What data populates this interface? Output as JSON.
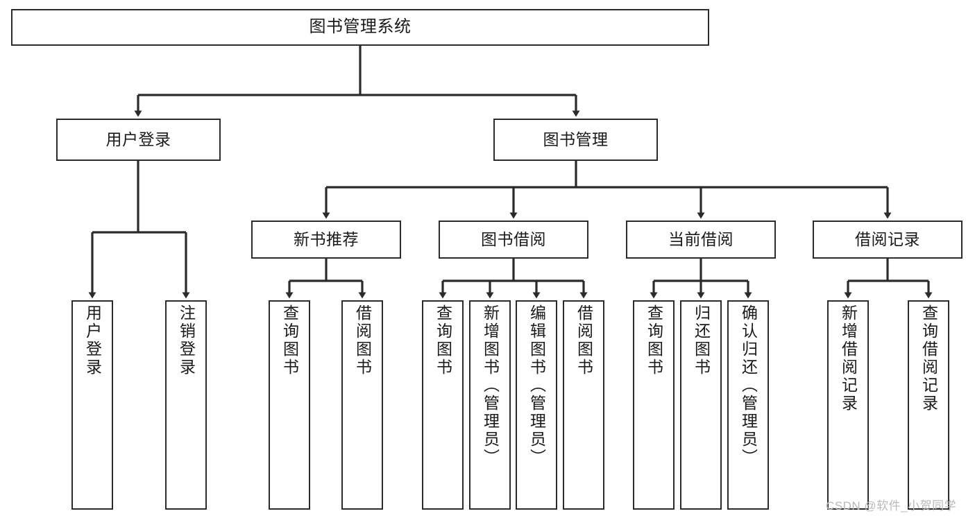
{
  "diagram": {
    "title": "图书管理系统",
    "type": "tree-hierarchy-chart",
    "root": {
      "id": "root",
      "label": "图书管理系统"
    },
    "level2": [
      {
        "id": "user-login",
        "label": "用户登录"
      },
      {
        "id": "book-manage",
        "label": "图书管理"
      }
    ],
    "level3": [
      {
        "id": "new-book-rec",
        "label": "新书推荐"
      },
      {
        "id": "book-borrow",
        "label": "图书借阅"
      },
      {
        "id": "current-borrow",
        "label": "当前借阅"
      },
      {
        "id": "borrow-record",
        "label": "借阅记录"
      }
    ],
    "leaves": {
      "user_login": [
        {
          "id": "leaf-user-login",
          "label": "用户登录"
        },
        {
          "id": "leaf-logout",
          "label": "注销登录"
        }
      ],
      "new_book_rec": [
        {
          "id": "leaf-query-book-1",
          "label": "查询图书"
        },
        {
          "id": "leaf-borrow-book-1",
          "label": "借阅图书"
        }
      ],
      "book_borrow": [
        {
          "id": "leaf-query-book-2",
          "label": "查询图书"
        },
        {
          "id": "leaf-add-book",
          "label": "新增图书（管理员）"
        },
        {
          "id": "leaf-edit-book",
          "label": "编辑图书（管理员）"
        },
        {
          "id": "leaf-borrow-book-2",
          "label": "借阅图书"
        }
      ],
      "current_borrow": [
        {
          "id": "leaf-query-book-3",
          "label": "查询图书"
        },
        {
          "id": "leaf-return-book",
          "label": "归还图书"
        },
        {
          "id": "leaf-confirm-return",
          "label": "确认归还（管理员）"
        }
      ],
      "borrow_record": [
        {
          "id": "leaf-add-record",
          "label": "新增借阅记录"
        },
        {
          "id": "leaf-query-record",
          "label": "查询借阅记录"
        }
      ]
    },
    "colors": {
      "stroke": "#2b2b2b",
      "background": "#ffffff",
      "text": "#1a1a1a",
      "watermark": "#b9b9b9"
    }
  },
  "watermark": {
    "text": "CSDN @软件_小贺同学"
  }
}
